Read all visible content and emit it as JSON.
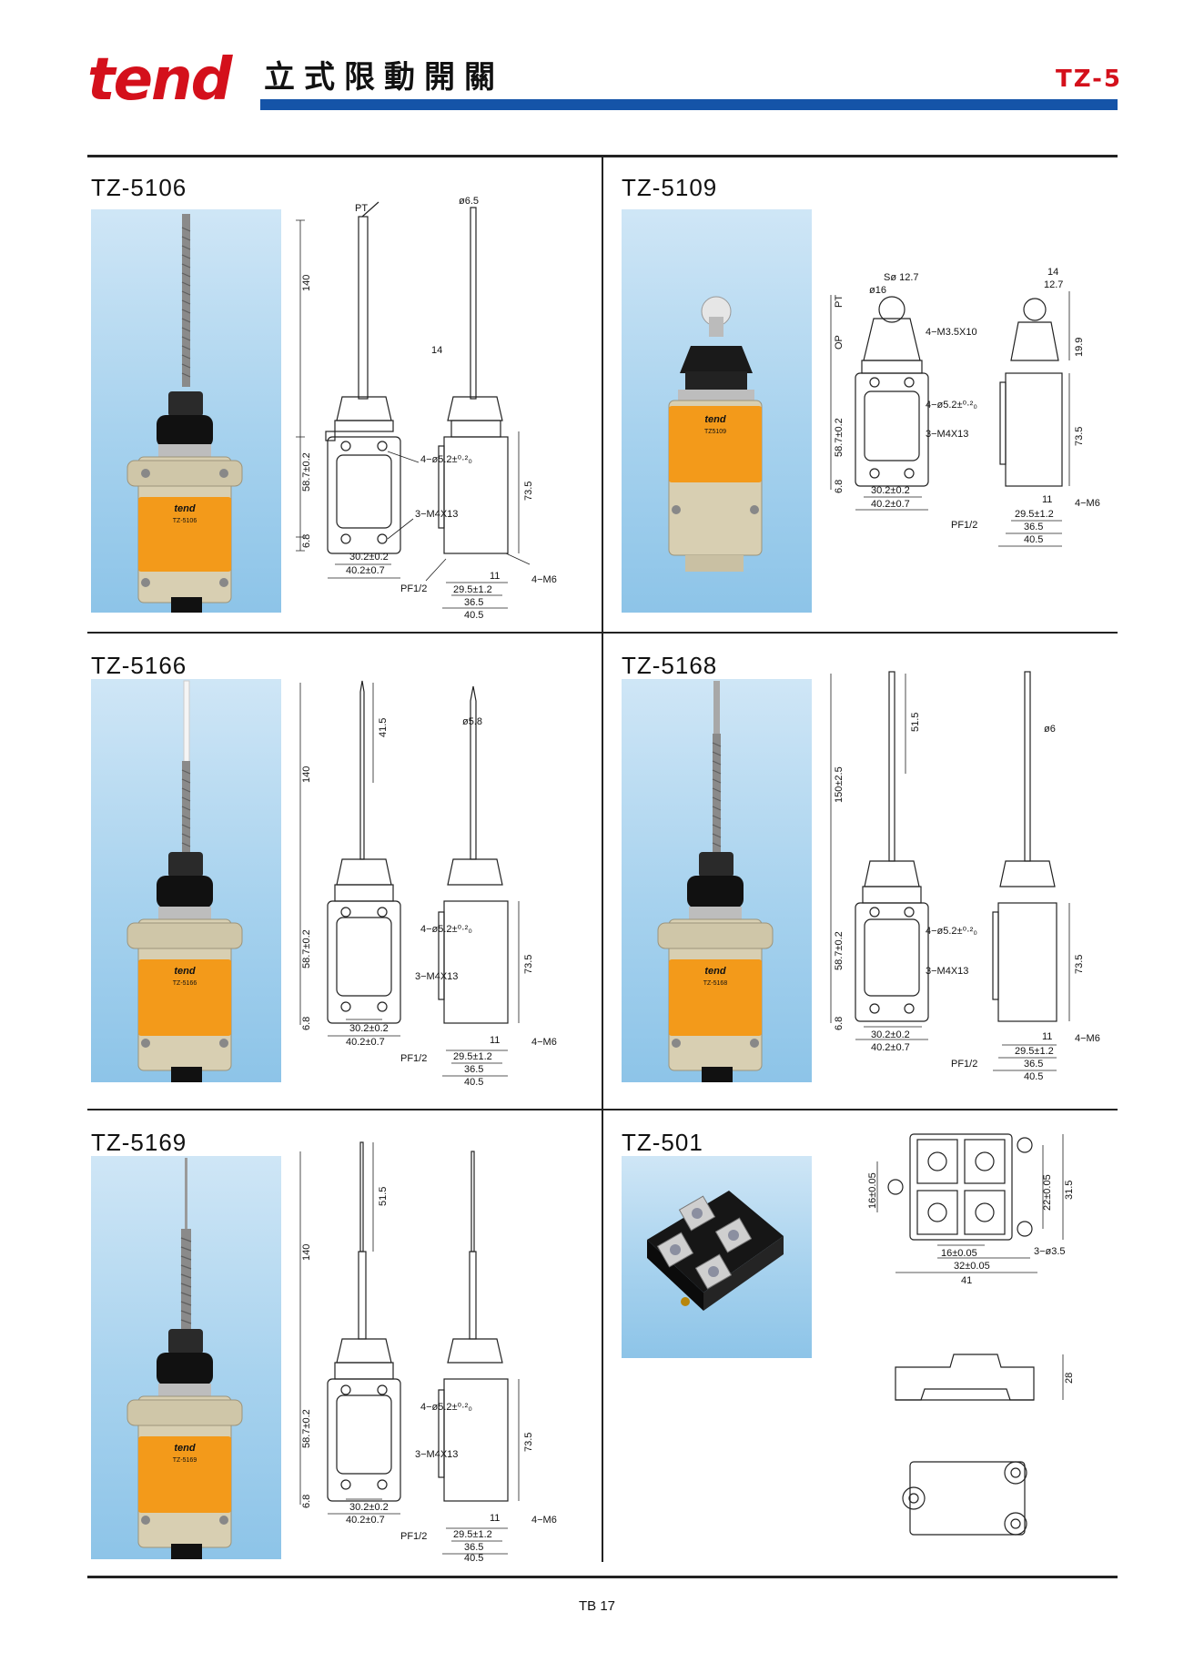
{
  "header": {
    "brand": "tend",
    "title": "立式限動開關",
    "series_code": "TZ-5"
  },
  "colors": {
    "brand_red": "#d4101b",
    "header_blue": "#1554a8",
    "photo_bg": "#a7d2ee",
    "switch_body": "#d8cfb2",
    "label_orange": "#f39a1a"
  },
  "products": [
    {
      "model": "TZ-5106",
      "photo_label": "TZ-5106",
      "dims": {
        "pt": "PT",
        "rod_dia": "ø6.5",
        "length": "140",
        "width_top": "14",
        "mount_holes": "4−ø5.2±⁰·²₀",
        "screws": "3−M4X13",
        "height": "58.7±0.2",
        "base": "6.8",
        "hole_spacing": "30.2±0.2",
        "body_width": "40.2±0.7",
        "depth": "73.5",
        "thread": "4−M6",
        "side_a": "11",
        "side_b": "29.5±1.2",
        "side_c": "36.5",
        "side_d": "40.5",
        "conduit": "PF1/2"
      }
    },
    {
      "model": "TZ-5109",
      "photo_label": "TZ5109",
      "dims": {
        "sphere": "Sø 12.7",
        "roller_dia": "ø16",
        "pt": "PT",
        "op": "OP",
        "screw_top": "4−M3.5X10",
        "width_top": "14",
        "width_top2": "12.7",
        "top_height": "19.9",
        "mount_holes": "4−ø5.2±⁰·²₀",
        "screws": "3−M4X13",
        "height": "58.7±0.2",
        "base": "6.8",
        "hole_spacing": "30.2±0.2",
        "body_width": "40.2±0.7",
        "depth": "73.5",
        "thread": "4−M6",
        "side_a": "11",
        "side_b": "29.5±1.2",
        "side_c": "36.5",
        "side_d": "40.5",
        "conduit": "PF1/2"
      }
    },
    {
      "model": "TZ-5166",
      "photo_label": "TZ-5166",
      "dims": {
        "tip": "41.5",
        "rod_dia": "ø5.8",
        "length": "140",
        "mount_holes": "4−ø5.2±⁰·²₀",
        "screws": "3−M4X13",
        "height": "58.7±0.2",
        "base": "6.8",
        "hole_spacing": "30.2±0.2",
        "body_width": "40.2±0.7",
        "depth": "73.5",
        "thread": "4−M6",
        "side_a": "11",
        "side_b": "29.5±1.2",
        "side_c": "36.5",
        "side_d": "40.5",
        "conduit": "PF1/2"
      }
    },
    {
      "model": "TZ-5168",
      "photo_label": "TZ-5168",
      "dims": {
        "tip": "51.5",
        "rod_dia": "ø6",
        "length": "150±2.5",
        "mount_holes": "4−ø5.2±⁰·²₀",
        "screws": "3−M4X13",
        "height": "58.7±0.2",
        "base": "6.8",
        "hole_spacing": "30.2±0.2",
        "body_width": "40.2±0.7",
        "depth": "73.5",
        "thread": "4−M6",
        "side_a": "11",
        "side_b": "29.5±1.2",
        "side_c": "36.5",
        "side_d": "40.5",
        "conduit": "PF1/2"
      }
    },
    {
      "model": "TZ-5169",
      "photo_label": "TZ-5169",
      "dims": {
        "tip": "51.5",
        "length": "140",
        "mount_holes": "4−ø5.2±⁰·²₀",
        "screws": "3−M4X13",
        "height": "58.7±0.2",
        "base": "6.8",
        "hole_spacing": "30.2±0.2",
        "body_width": "40.2±0.7",
        "depth": "73.5",
        "thread": "4−M6",
        "side_a": "11",
        "side_b": "29.5±1.2",
        "side_c": "36.5",
        "side_d": "40.5",
        "conduit": "PF1/2"
      }
    },
    {
      "model": "TZ-501",
      "dims": {
        "pitch_v": "16±0.05",
        "pitch_v2": "22±0.05",
        "height": "31.5",
        "pitch_h": "16±0.05",
        "pitch_h2": "32±0.05",
        "width": "41",
        "holes": "3−ø3.5",
        "thickness": "28"
      }
    }
  ],
  "footer": {
    "page": "TB 17"
  }
}
